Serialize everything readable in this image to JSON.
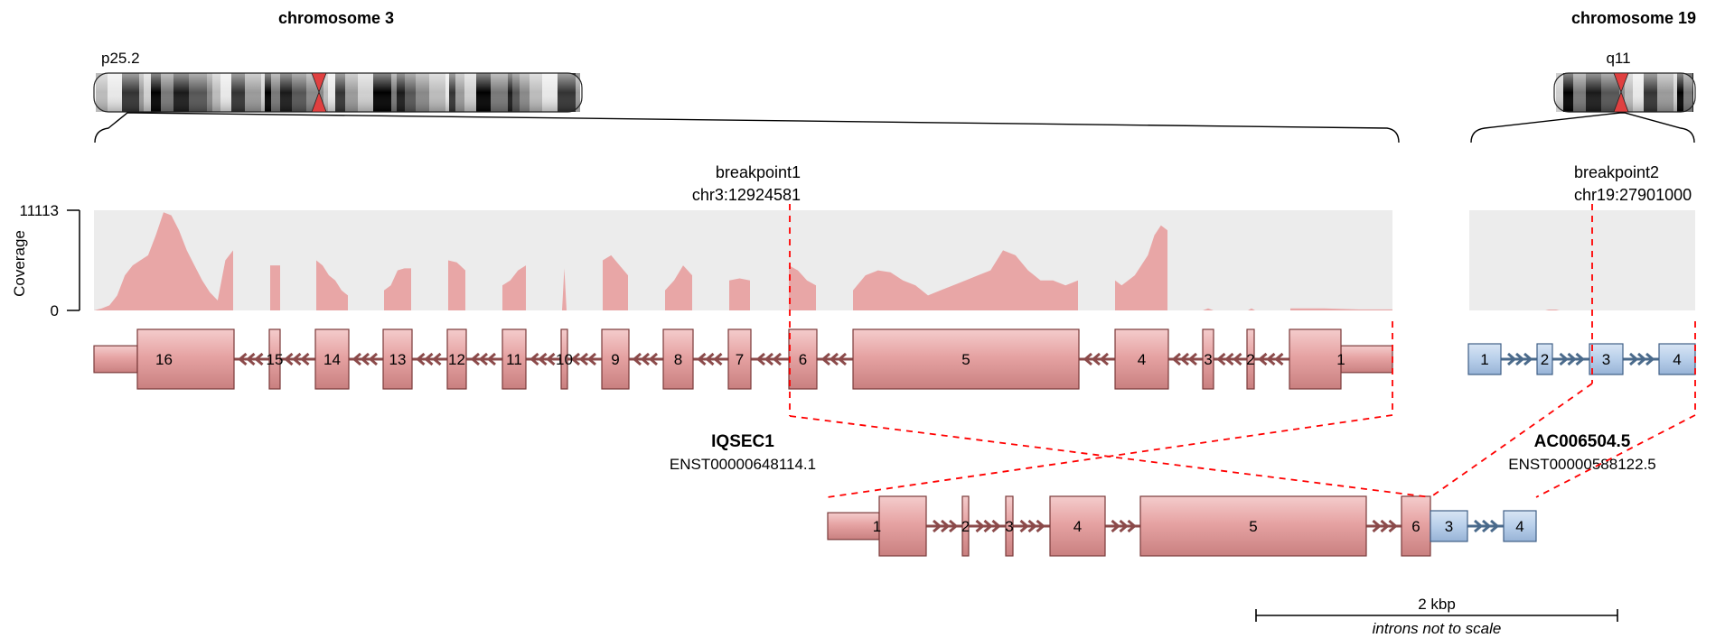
{
  "chromosomes": {
    "left": {
      "title": "chromosome 3",
      "band": "p25.2"
    },
    "right": {
      "title": "chromosome 19",
      "band": "q11"
    }
  },
  "breakpoints": {
    "bp1": {
      "label": "breakpoint1",
      "position": "chr3:12924581"
    },
    "bp2": {
      "label": "breakpoint2",
      "position": "chr19:27901000"
    }
  },
  "coverage": {
    "axis_label": "Coverage",
    "max_label": "11113",
    "min_label": "0"
  },
  "genes": {
    "left": {
      "name": "IQSEC1",
      "transcript": "ENST00000648114.1",
      "exons": [
        "16",
        "15",
        "14",
        "13",
        "12",
        "11",
        "10",
        "9",
        "8",
        "7",
        "6",
        "5",
        "4",
        "3",
        "2",
        "1"
      ],
      "color": "#e6a3a3"
    },
    "right": {
      "name": "AC006504.5",
      "transcript": "ENST00000588122.5",
      "exons": [
        "1",
        "2",
        "3",
        "4"
      ],
      "color": "#b7cde8"
    }
  },
  "fusion": {
    "exons_left": [
      "1",
      "2",
      "3",
      "4",
      "5",
      "6"
    ],
    "exons_right": [
      "3",
      "4"
    ]
  },
  "scale_bar": {
    "label": "2 kbp",
    "note": "introns not to scale"
  },
  "colors": {
    "exon_left": "#e3a1a1",
    "exon_right": "#b8cfea",
    "coverage_fill": "#e8a6a6",
    "coverage_bg": "#ececec",
    "breakpoint": "#ff0000",
    "intron_left": "#8b4a4a",
    "intron_right": "#4a6a8b"
  }
}
